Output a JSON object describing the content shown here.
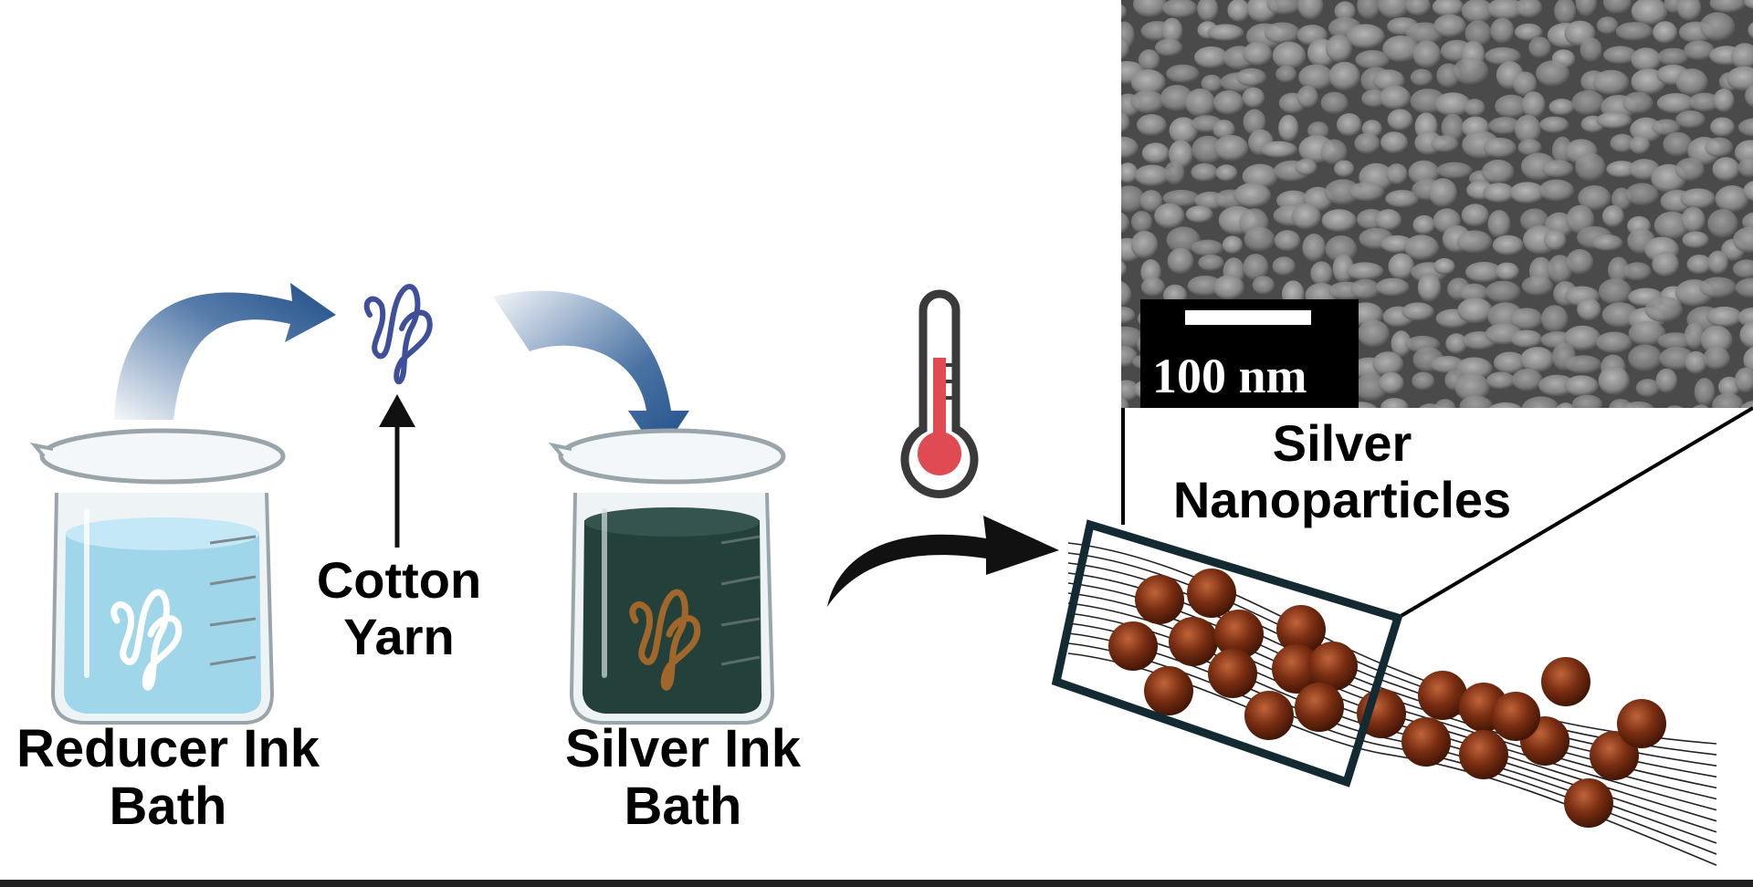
{
  "labels": {
    "reducer_line1": "Reducer Ink",
    "reducer_line2": "Bath",
    "cotton_line1": "Cotton",
    "cotton_line2": "Yarn",
    "silver_bath_line1": "Silver Ink",
    "silver_bath_line2": "Bath",
    "nano_line1": "Silver",
    "nano_line2": "Nanoparticles",
    "scale_bar": "100 nm"
  },
  "colors": {
    "reducer_liquid": "#9fd6ea",
    "silver_liquid": "#24403b",
    "arrow_blue": "#2a5a94",
    "yarn_blue": "#3f4f9a",
    "yarn_brown": "#a0662a",
    "particle": "#7a2e12",
    "thermo_red": "#e04a52",
    "box_outline": "#132a33"
  }
}
